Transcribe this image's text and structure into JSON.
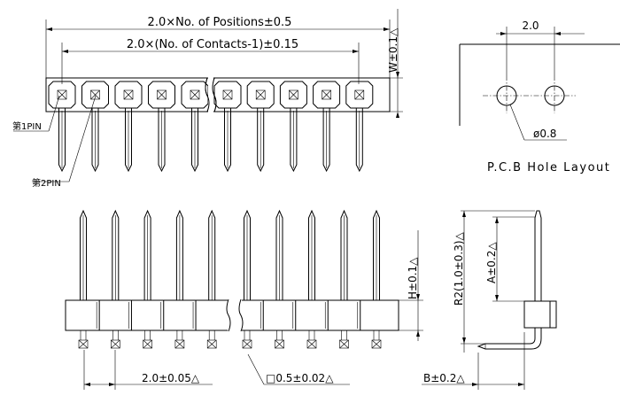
{
  "labels": {
    "positions_dim": "2.0×No. of Positions±0.5",
    "contacts_dim": "2.0×(No. of Contacts-1)±0.15",
    "width_dim": "W±0.1△",
    "pin1": "第1PIN",
    "pin2": "第2PIN",
    "hole_pitch": "2.0",
    "hole_dia": "ø0.8",
    "pcb_caption": "P.C.B Hole Layout",
    "height_dim": "H±0.1△",
    "pitch_dim": "2.0±0.05△",
    "pin_square": "□0.5±0.02△",
    "radius_dim": "R2(1.0±0.3)△",
    "a_dim": "A±0.2△",
    "b_dim": "B±0.2△"
  },
  "drawing": {
    "pin_count_each_side_of_break": [
      5,
      5
    ]
  }
}
